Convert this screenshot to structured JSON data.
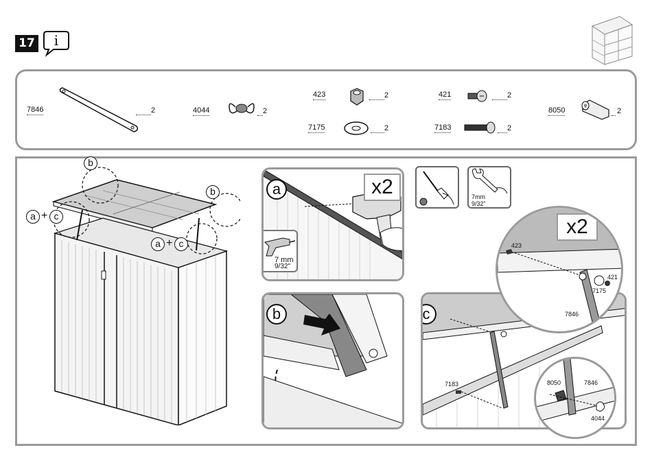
{
  "step": {
    "number": "17"
  },
  "parts": [
    {
      "code": "7846",
      "qty": "2"
    },
    {
      "code": "4044",
      "qty": "2"
    },
    {
      "code": "423",
      "qty": "2"
    },
    {
      "code": "7175",
      "qty": "2"
    },
    {
      "code": "421",
      "qty": "2"
    },
    {
      "code": "7183",
      "qty": "2"
    },
    {
      "code": "8050",
      "qty": "2"
    }
  ],
  "overview": {
    "callout_b": "b",
    "callout_a": "a",
    "callout_c": "c",
    "plus": "+"
  },
  "detail_a": {
    "letter": "a",
    "multiplier": "x2",
    "drill_size_mm": "7 mm",
    "drill_size_in": "9/32\""
  },
  "detail_b": {
    "letter": "b"
  },
  "detail_c": {
    "letter": "c",
    "multiplier": "x2",
    "labels": {
      "nut": "423",
      "screw": "421",
      "washer": "7175",
      "strap": "7846",
      "bolt": "7183",
      "spacer": "8050",
      "strap2": "7846",
      "wingnut": "4044"
    }
  },
  "tools": {
    "wrench_size_mm": "7mm",
    "wrench_size_in": "9/32\""
  }
}
